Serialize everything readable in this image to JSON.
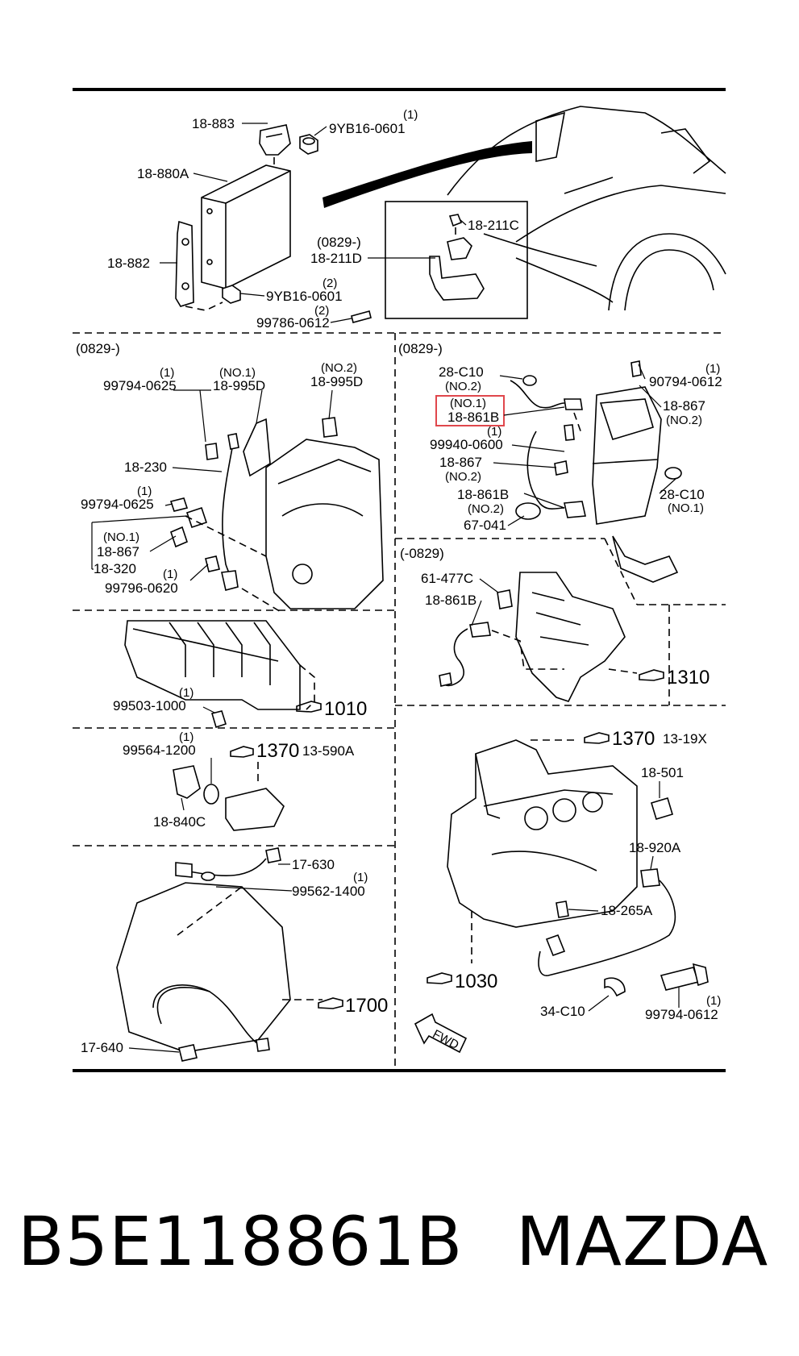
{
  "labels": {
    "p18_883": "18-883",
    "p9yb_1": "9YB16-0601",
    "q1a": "(1)",
    "p18_880a": "18-880A",
    "p18_882": "18-882",
    "p9yb_2": "9YB16-0601",
    "q2a": "(2)",
    "p99786": "99786-0612",
    "q2b": "(2)",
    "d0829_a": "(0829-)",
    "p18_211d": "18-211D",
    "p18_211c": "18-211C",
    "d0829_b": "(0829-)",
    "q1b": "(1)",
    "p99794_0625a": "99794-0625",
    "no1a": "(NO.1)",
    "p18_995d_a": "18-995D",
    "no2a": "(NO.2)",
    "p18_995d_b": "18-995D",
    "p18_230": "18-230",
    "q1c": "(1)",
    "p99794_0625b": "99794-0625",
    "no1b": "(NO.1)",
    "p18_867a": "18-867",
    "p18_320": "18-320",
    "q1d": "(1)",
    "p99796": "99796-0620",
    "d0829_c": "(0829-)",
    "p28_c10a": "28-C10",
    "no2b": "(NO.2)",
    "no1c": "(NO.1)",
    "p18_861b_hl": "18-861B",
    "q1e": "(1)",
    "p90794": "90794-0612",
    "p18_867b": "18-867",
    "no2c": "(NO.2)",
    "q1f": "(1)",
    "p99940": "99940-0600",
    "p18_867c": "18-867",
    "no2d": "(NO.2)",
    "p28_c10b": "28-C10",
    "no1d": "(NO.1)",
    "p18_861b_b": "18-861B",
    "no2e": "(NO.2)",
    "p67_041": "67-041",
    "d0829_d": "(-0829)",
    "p61_477c": "61-477C",
    "p18_861b_c": "18-861B",
    "r1310": "1310",
    "q1g": "(1)",
    "p99503": "99503-1000",
    "r1010": "1010",
    "q1h": "(1)",
    "p99564": "99564-1200",
    "r1370a": "1370",
    "p13_590a": "13-590A",
    "p18_840c": "18-840C",
    "r1370b": "1370",
    "p13_19x": "13-19X",
    "p18_501": "18-501",
    "p18_920a": "18-920A",
    "p17_630": "17-630",
    "q1i": "(1)",
    "p99562": "99562-1400",
    "p18_265a": "18-265A",
    "r1030": "1030",
    "p34_c10": "34-C10",
    "q1j": "(1)",
    "p99794_0612": "99794-0612",
    "r1700": "1700",
    "p17_640": "17-640",
    "fwd": "FWD"
  },
  "caption": {
    "part_number": "B5E118861B",
    "brand": "MAZDA"
  },
  "colors": {
    "highlight": "#e0474c",
    "ink": "#000000",
    "background": "#ffffff"
  }
}
